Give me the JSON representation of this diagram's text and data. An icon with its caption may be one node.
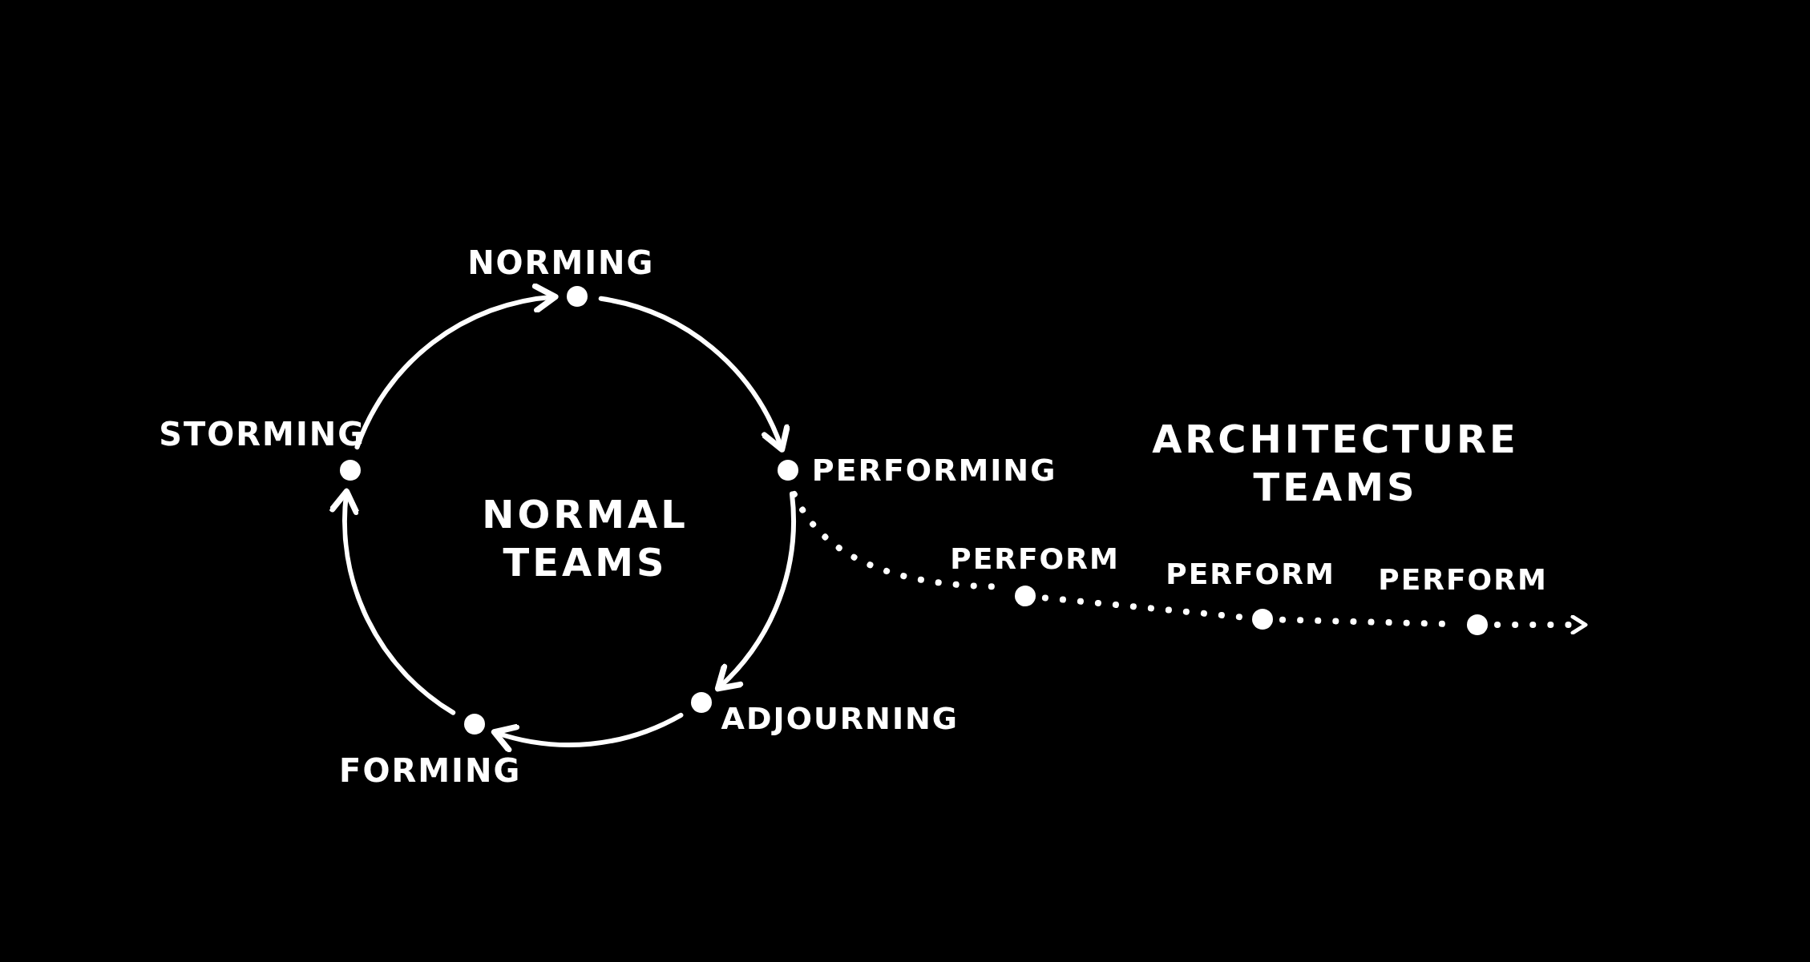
{
  "diagram": {
    "nodes": [
      {
        "text": [],
        "shape": "circle",
        "beside": [
          "NORMING"
        ]
      },
      {
        "text": [],
        "shape": "circle",
        "beside": [
          "STORMING"
        ]
      },
      {
        "text": [],
        "shape": "circle",
        "beside": [
          "PERFORMING"
        ]
      },
      {
        "text": [],
        "shape": "circle",
        "beside": [
          "PERFORM"
        ]
      },
      {
        "text": [],
        "shape": "circle",
        "beside": [
          "PERFORM"
        ]
      },
      {
        "text": [],
        "shape": "circle",
        "beside": [
          "PERFORM"
        ]
      },
      {
        "text": [],
        "shape": "circle",
        "beside": [
          "ADJOURNING"
        ]
      },
      {
        "text": [],
        "shape": "circle",
        "beside": [
          "FORMING"
        ]
      }
    ],
    "edges": [
      {
        "from": 1,
        "to": 0,
        "arrow": "to"
      },
      {
        "from": 0,
        "to": 2,
        "arrow": "to"
      },
      {
        "from": 2,
        "to": 6,
        "arrow": "to"
      },
      {
        "from": 6,
        "to": 7,
        "arrow": "to"
      },
      {
        "from": 7,
        "to": 1,
        "arrow": "to"
      },
      {
        "from": 2,
        "to": 3,
        "arrow": "none",
        "style": "dashed"
      },
      {
        "from": 3,
        "to": 4,
        "arrow": "none",
        "style": "dashed"
      },
      {
        "from": 4,
        "to": 5,
        "arrow": "none",
        "style": "dashed"
      },
      {
        "from": 5,
        "to": null,
        "arrow": "to",
        "style": "dashed"
      }
    ],
    "labels": [
      "ARCHITECTURE TEAMS",
      "NORMAL TEAMS"
    ]
  }
}
